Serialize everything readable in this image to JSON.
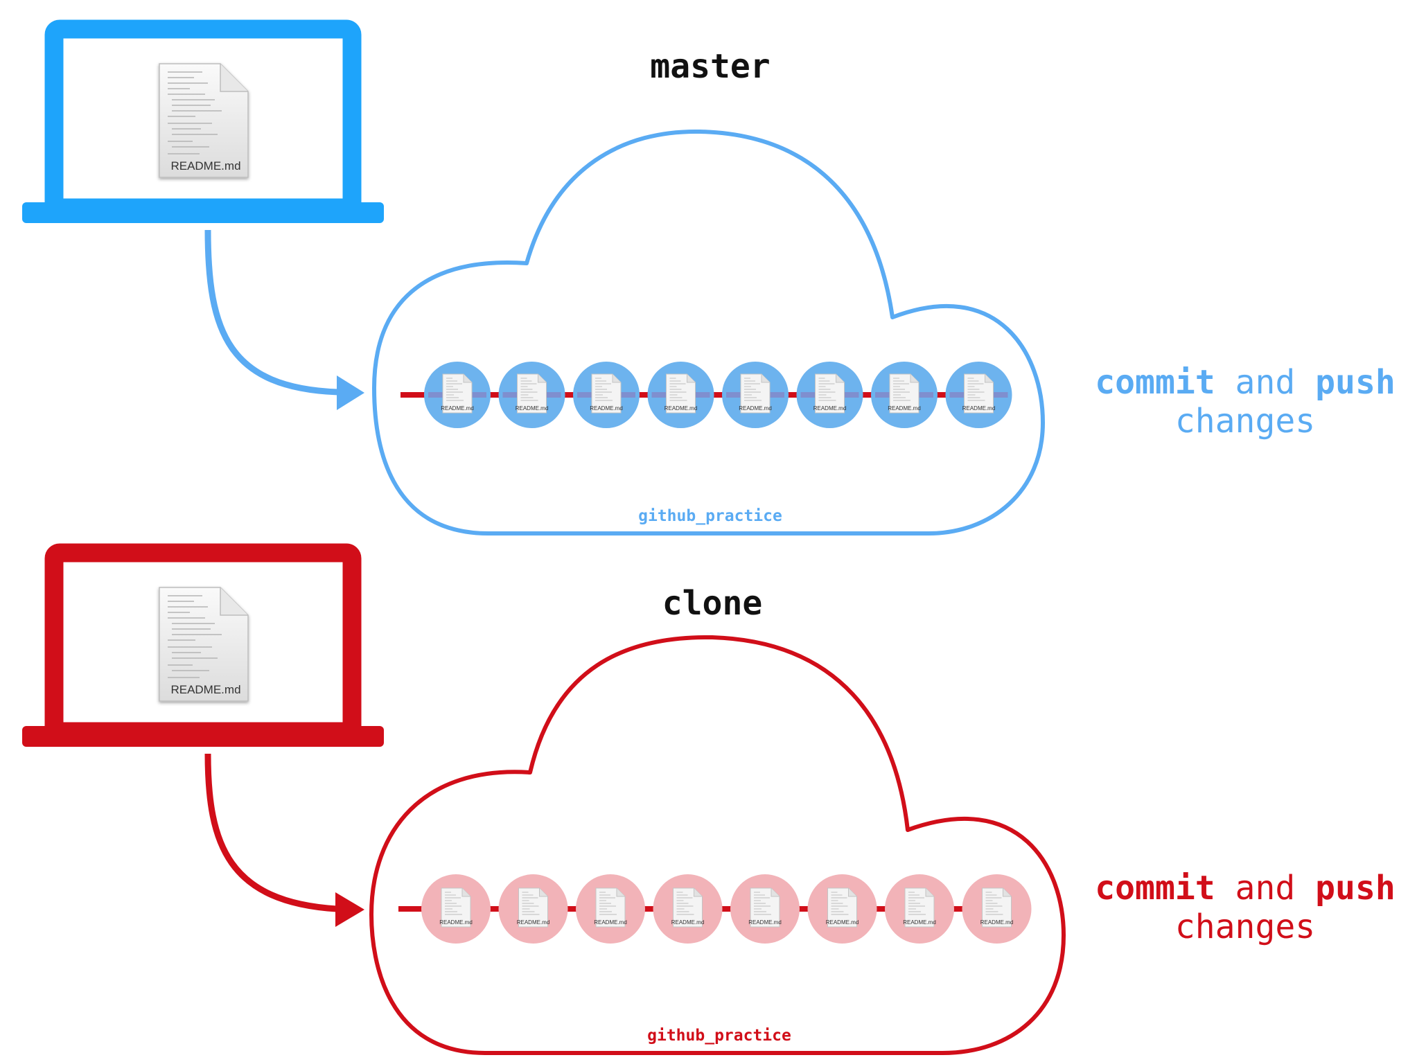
{
  "colors": {
    "master_accent": "#5aabf3",
    "master_laptop": "#1ea4fb",
    "master_node": "#6db3ee",
    "clone_accent": "#d10e19",
    "clone_node": "#f2b3b8",
    "line_red": "#d10e19",
    "title_text": "#111111",
    "background": "#ffffff"
  },
  "icons": {
    "laptop": "laptop-icon",
    "file": "document-file-icon",
    "arrow": "curved-arrow-icon",
    "cloud": "cloud-icon"
  },
  "panels": [
    {
      "id": "master",
      "title": "master",
      "local_file": "README.md",
      "repo_name": "github_practice",
      "commit_count": 8,
      "commit_file": "README.md",
      "action": {
        "word1": "commit",
        "word2": "and",
        "word3": "push",
        "line2": "changes"
      }
    },
    {
      "id": "clone",
      "title": "clone",
      "local_file": "README.md",
      "repo_name": "github_practice",
      "commit_count": 8,
      "commit_file": "README.md",
      "action": {
        "word1": "commit",
        "word2": "and",
        "word3": "push",
        "line2": "changes"
      }
    }
  ]
}
